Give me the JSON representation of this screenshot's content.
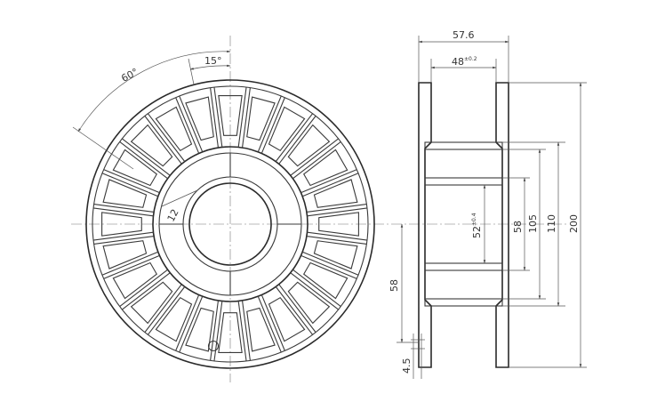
{
  "front_view": {
    "angle_label_large": "60°",
    "angle_label_small": "15°",
    "radius_label": "12"
  },
  "side_view": {
    "dim_overall_width": "57.6",
    "dim_inner_width_base": "48",
    "dim_inner_width_tol": "±0.2",
    "dim_bore_base": "52",
    "dim_bore_tol": "±0.4",
    "dim_58_right": "58",
    "dim_105": "105",
    "dim_110": "110",
    "dim_200": "200",
    "dim_58_left": "58",
    "dim_4_5": "4.5"
  },
  "colors": {
    "line": "#3a3a3a",
    "dimension": "#555555",
    "background": "#ffffff"
  }
}
